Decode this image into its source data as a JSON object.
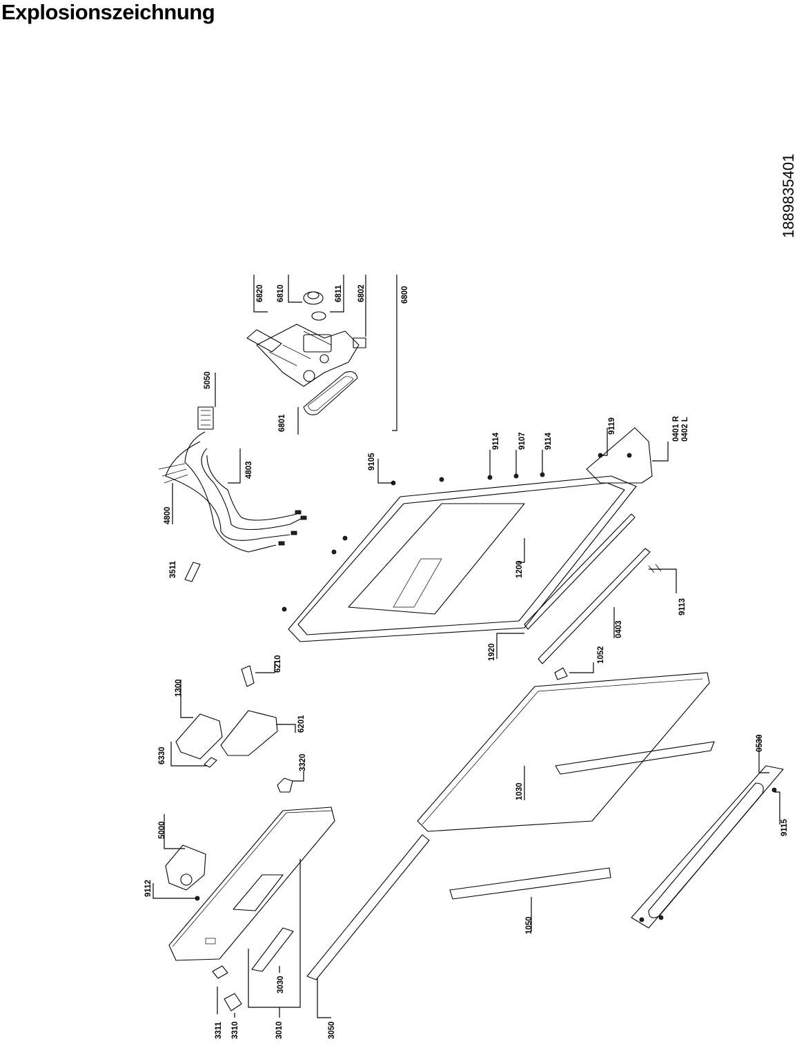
{
  "title": "Explosionszeichnung",
  "document_number": "1889835401",
  "parts": [
    {
      "label": "6820"
    },
    {
      "label": "6810"
    },
    {
      "label": "6811"
    },
    {
      "label": "6802"
    },
    {
      "label": "6800"
    },
    {
      "label": "5050"
    },
    {
      "label": "6801"
    },
    {
      "label": "4803"
    },
    {
      "label": "4800"
    },
    {
      "label": "9105"
    },
    {
      "label": "9114"
    },
    {
      "label": "9107"
    },
    {
      "label": "9114"
    },
    {
      "label": "9119"
    },
    {
      "label": "0401 R"
    },
    {
      "label": "0402 L"
    },
    {
      "label": "3511"
    },
    {
      "label": "1200"
    },
    {
      "label": "9113"
    },
    {
      "label": "0403"
    },
    {
      "label": "1920"
    },
    {
      "label": "1052"
    },
    {
      "label": "6210"
    },
    {
      "label": "1300"
    },
    {
      "label": "6201"
    },
    {
      "label": "6330"
    },
    {
      "label": "3320"
    },
    {
      "label": "1030"
    },
    {
      "label": "0530"
    },
    {
      "label": "5000"
    },
    {
      "label": "9112"
    },
    {
      "label": "9115"
    },
    {
      "label": "1050"
    },
    {
      "label": "3030"
    },
    {
      "label": "3311"
    },
    {
      "label": "3310"
    },
    {
      "label": "3010"
    },
    {
      "label": "3050"
    }
  ]
}
